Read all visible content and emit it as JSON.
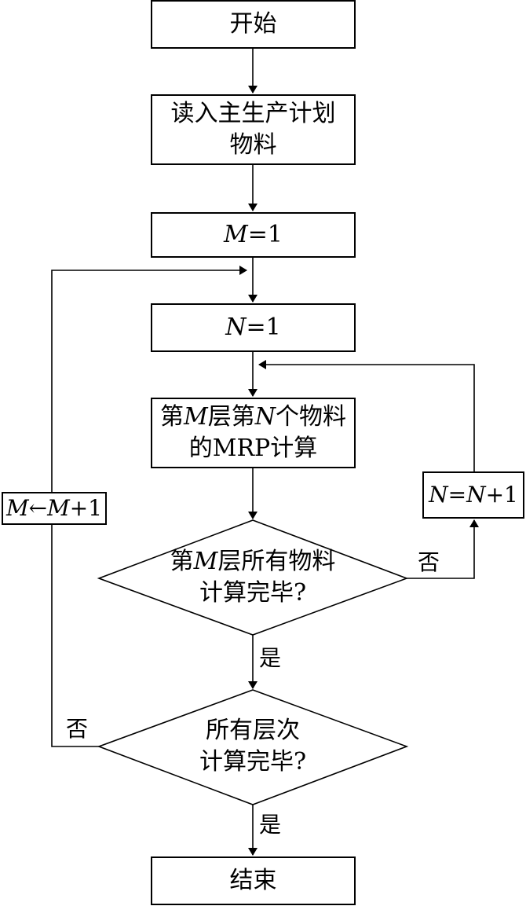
{
  "nodes": {
    "start": "开始",
    "read_line1": "读入主生产计划",
    "read_line2": "物料",
    "m_init_var": "M",
    "m_init_rest": "=1",
    "n_init_var": "N",
    "n_init_rest": "=1",
    "calc_line1_a": "第",
    "calc_line1_m": "M",
    "calc_line1_b": "层第",
    "calc_line1_n": "N",
    "calc_line1_c": "个物料",
    "calc_line2": "的MRP计算",
    "n_inc_n1": "N",
    "n_inc_eq": "=",
    "n_inc_n2": "N",
    "n_inc_plus": "+1",
    "m_inc_m1": "M",
    "m_inc_op": "←",
    "m_inc_m2": "M",
    "m_inc_plus": "+1",
    "decision1_line1_a": "第",
    "decision1_line1_m": "M",
    "decision1_line1_b": "层所有物料",
    "decision1_line2": "计算完毕?",
    "decision2_line1": "所有层次",
    "decision2_line2": "计算完毕?",
    "end": "结束"
  },
  "edge_labels": {
    "d1_no": "否",
    "d1_yes": "是",
    "d2_no": "否",
    "d2_yes": "是"
  }
}
